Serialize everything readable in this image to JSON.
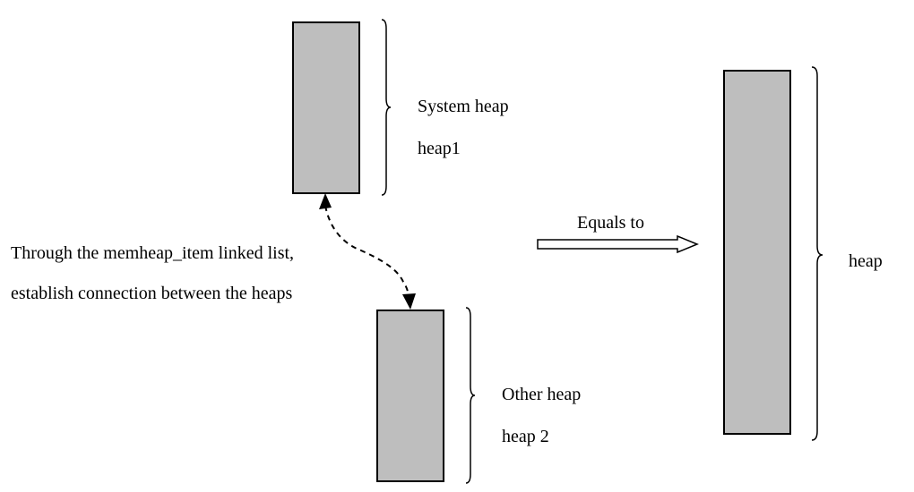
{
  "colors": {
    "block_fill": "#bebebe",
    "stroke": "#000000",
    "background": "#ffffff"
  },
  "system_heap": {
    "name": "System heap",
    "id": "heap1"
  },
  "other_heap": {
    "name": "Other heap",
    "id": "heap 2"
  },
  "combined_heap": {
    "name": "heap"
  },
  "equals_label": "Equals to",
  "link_note": {
    "line1": "Through the memheap_item linked list,",
    "line2": "establish connection between the heaps"
  }
}
